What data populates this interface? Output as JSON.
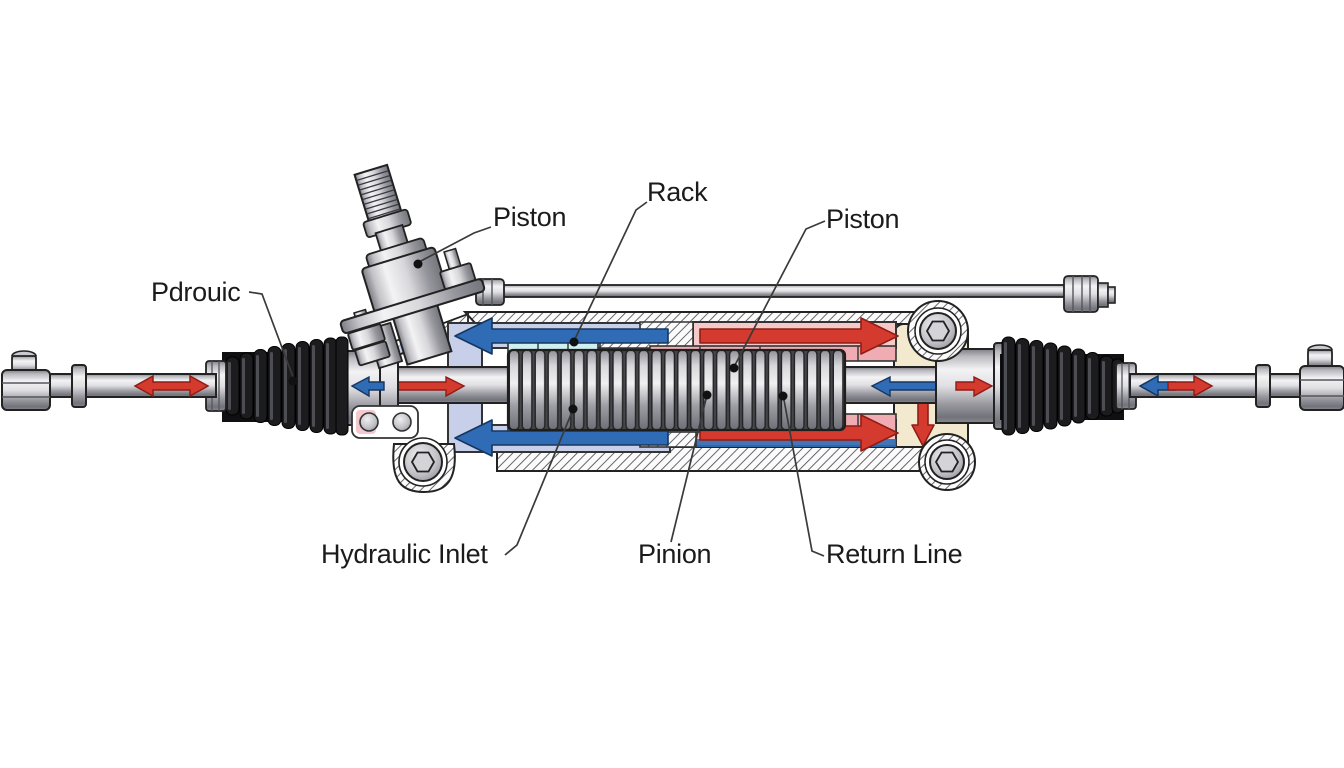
{
  "diagram": {
    "labels": {
      "pdrouic": "Pdrouic",
      "piston_left": "Piston",
      "rack": "Rack",
      "piston_right": "Piston",
      "hydraulic_inlet": "Hydraulic Inlet",
      "pinion": "Pinion",
      "return_line": "Return Line"
    },
    "colors": {
      "pressure_red": "#d53a2f",
      "return_blue": "#2f6cb5",
      "chamber_blue": "#c7cfe9",
      "chamber_pink": "#f6c9c9",
      "seal_cyan": "#cfeff0",
      "seal_pink": "#efacb2",
      "housing_cream": "#f2e9cf",
      "boot_black": "#1d1d20",
      "background": "#ffffff"
    },
    "flow_arrows": [
      {
        "location": "left tie rod",
        "colors": [
          "red"
        ],
        "direction": "left-right"
      },
      {
        "location": "rack shaft left of housing",
        "colors": [
          "blue",
          "red"
        ],
        "direction": "left and right"
      },
      {
        "location": "upper left chamber",
        "colors": [
          "blue"
        ],
        "direction": "left"
      },
      {
        "location": "lower left chamber",
        "colors": [
          "blue"
        ],
        "direction": "left"
      },
      {
        "location": "upper right chamber",
        "colors": [
          "red"
        ],
        "direction": "right"
      },
      {
        "location": "lower right chamber",
        "colors": [
          "red"
        ],
        "direction": "right"
      },
      {
        "location": "right end cap",
        "colors": [
          "red"
        ],
        "direction": "down"
      },
      {
        "location": "rack shaft right of threads",
        "colors": [
          "blue",
          "red"
        ],
        "direction": "left and right"
      },
      {
        "location": "right tie rod",
        "colors": [
          "blue",
          "red"
        ],
        "direction": "left and right"
      }
    ]
  }
}
